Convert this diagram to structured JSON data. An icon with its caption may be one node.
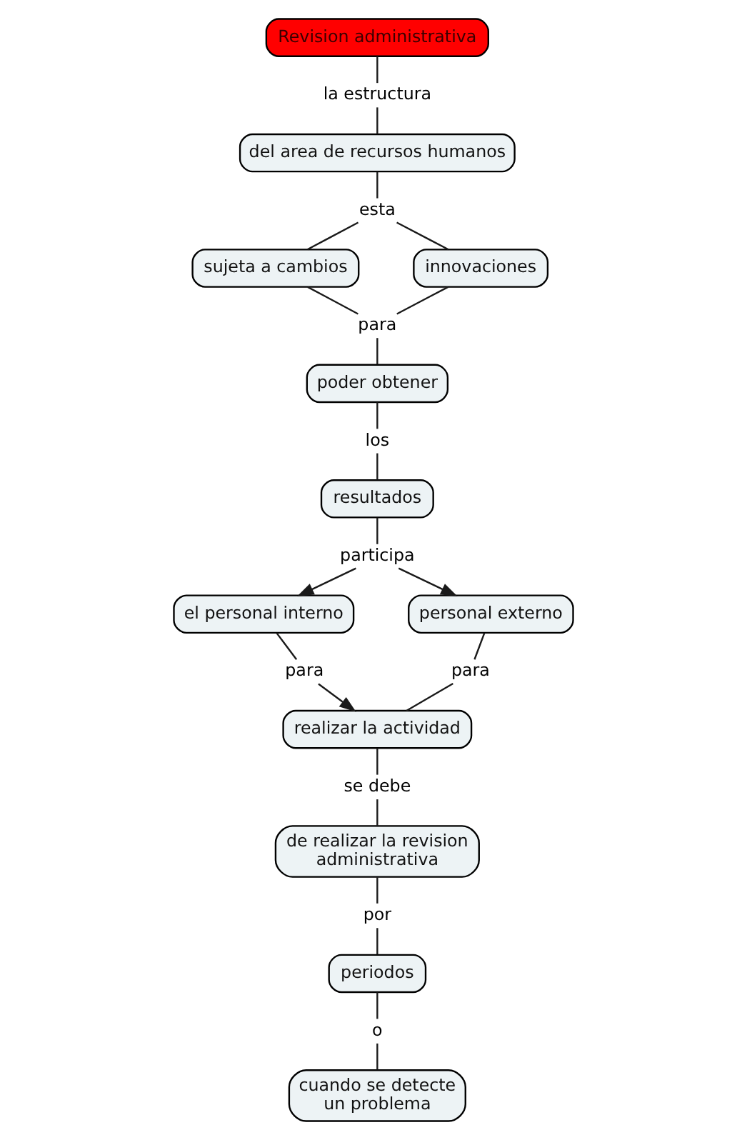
{
  "diagram": {
    "nodes": [
      {
        "text": [
          "Revision administrativa"
        ]
      },
      {
        "text": [
          "la estructura"
        ]
      },
      {
        "text": [
          "del area de recursos humanos"
        ]
      },
      {
        "text": [
          "esta"
        ]
      },
      {
        "text": [
          "sujeta a cambios"
        ]
      },
      {
        "text": [
          "innovaciones"
        ]
      },
      {
        "text": [
          "para"
        ]
      },
      {
        "text": [
          "poder obtener"
        ]
      },
      {
        "text": [
          "los"
        ]
      },
      {
        "text": [
          "resultados"
        ]
      },
      {
        "text": [
          "participa"
        ]
      },
      {
        "text": [
          "el personal interno"
        ]
      },
      {
        "text": [
          "personal externo"
        ]
      },
      {
        "text": [
          "para"
        ]
      },
      {
        "text": [
          "para"
        ]
      },
      {
        "text": [
          "realizar la actividad"
        ]
      },
      {
        "text": [
          "se debe"
        ]
      },
      {
        "text": [
          "de realizar la revision administrativa"
        ]
      },
      {
        "text": [
          "por"
        ]
      },
      {
        "text": [
          "periodos"
        ]
      },
      {
        "text": [
          "o"
        ]
      },
      {
        "text": [
          "cuando se detecte un problema"
        ]
      }
    ],
    "edges": [
      {
        "from": 0,
        "to": 1,
        "arrow": "none"
      },
      {
        "from": 1,
        "to": 2,
        "arrow": "none"
      },
      {
        "from": 2,
        "to": 3,
        "arrow": "none"
      },
      {
        "from": 3,
        "to": 4,
        "arrow": "none"
      },
      {
        "from": 3,
        "to": 5,
        "arrow": "none"
      },
      {
        "from": 4,
        "to": 6,
        "arrow": "none"
      },
      {
        "from": 5,
        "to": 6,
        "arrow": "none"
      },
      {
        "from": 6,
        "to": 7,
        "arrow": "none"
      },
      {
        "from": 7,
        "to": 8,
        "arrow": "none"
      },
      {
        "from": 8,
        "to": 9,
        "arrow": "none"
      },
      {
        "from": 9,
        "to": 10,
        "arrow": "none"
      },
      {
        "from": 10,
        "to": 11,
        "arrow": "to"
      },
      {
        "from": 10,
        "to": 12,
        "arrow": "to"
      },
      {
        "from": 11,
        "to": 13,
        "arrow": "none"
      },
      {
        "from": 13,
        "to": 15,
        "arrow": "to"
      },
      {
        "from": 12,
        "to": 14,
        "arrow": "none"
      },
      {
        "from": 14,
        "to": 15,
        "arrow": "none"
      },
      {
        "from": 15,
        "to": 16,
        "arrow": "none"
      },
      {
        "from": 16,
        "to": 17,
        "arrow": "none"
      },
      {
        "from": 17,
        "to": 18,
        "arrow": "none"
      },
      {
        "from": 18,
        "to": 19,
        "arrow": "none"
      },
      {
        "from": 19,
        "to": 20,
        "arrow": "none"
      },
      {
        "from": 20,
        "to": 21,
        "arrow": "none"
      }
    ]
  }
}
